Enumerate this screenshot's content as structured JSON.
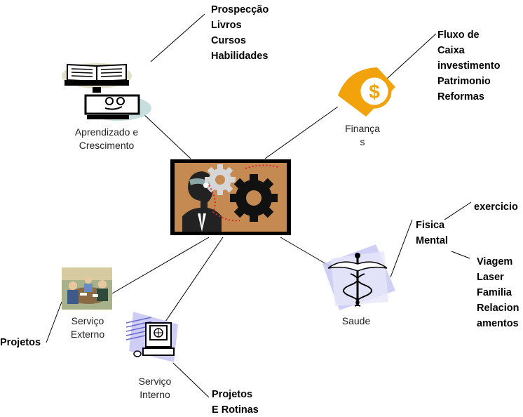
{
  "center": {
    "icon": "business-gears-icon"
  },
  "nodes": {
    "aprendizado": {
      "icon": "book-and-monitor-icon",
      "label_line1": "Aprendizado e",
      "label_line2": "Crescimento",
      "items": [
        "Prospecção",
        "Livros",
        "Cursos",
        "Habilidades"
      ]
    },
    "financas": {
      "icon": "dollar-coin-icon",
      "label_line1": "Finança",
      "label_line2": "s",
      "items": [
        "Fluxo de",
        "Caixa",
        "investimento",
        "Patrimonio",
        "Reformas"
      ]
    },
    "saude": {
      "icon": "caduceus-icon",
      "label": "Saude",
      "group1": [
        "Fisica",
        "Mental"
      ],
      "group1a": [
        "exercicio"
      ],
      "group1b": [
        "Viagem",
        "Laser",
        "Familia",
        "Relacion",
        "amentos"
      ]
    },
    "externo": {
      "icon": "meeting-photo-icon",
      "label_line1": "Serviço",
      "label_line2": "Externo",
      "items": [
        "Projetos"
      ]
    },
    "interno": {
      "icon": "computer-terminal-icon",
      "label_line1": "Serviço",
      "label_line2": "Interno",
      "items": [
        "Projetos",
        "E Rotinas"
      ]
    }
  },
  "colors": {
    "center_frame": "#000000",
    "center_bg": "#c48a52",
    "coin": "#f2a20a",
    "paper": "#c8c8f4",
    "lines": "#000000"
  }
}
